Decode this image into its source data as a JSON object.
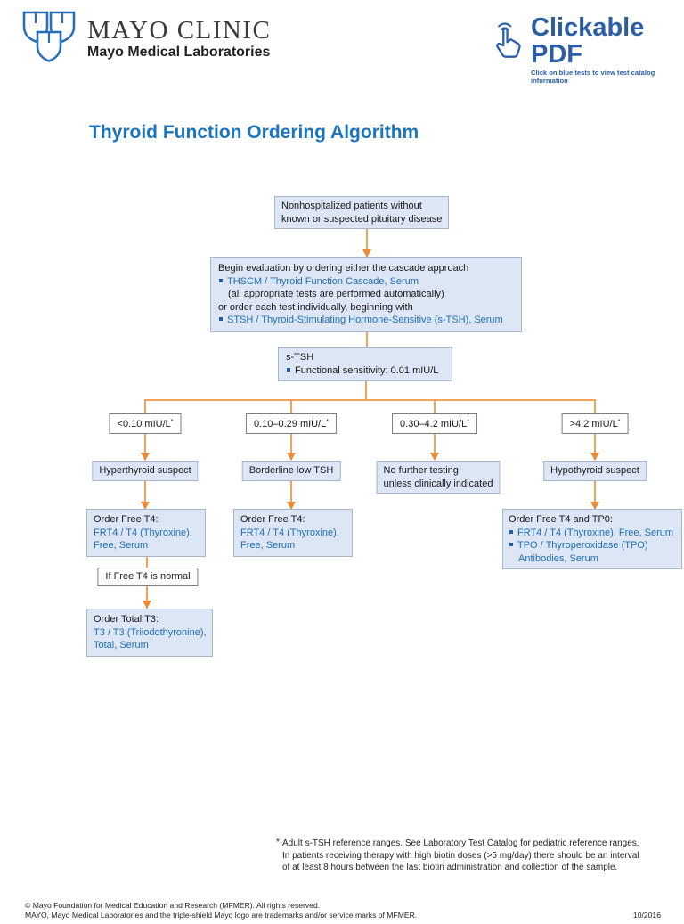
{
  "colors": {
    "accent_blue": "#1C75BC",
    "link_blue": "#1F6FB5",
    "navy_blue": "#2B5EA7",
    "box_fill": "#DCE6F4",
    "line_orange": "#F2A35B",
    "arrow_orange": "#EE8A33"
  },
  "header": {
    "brand": "MAYO CLINIC",
    "brand_sub": "Mayo Medical Laboratories",
    "clickable": {
      "title": "Clickable PDF",
      "subtitle": "Click on blue tests to view test catalog information"
    }
  },
  "title": "Thyroid Function Ordering Algorithm",
  "flow": {
    "asterisk": "*",
    "start_line1": "Nonhospitalized patients without",
    "start_line2": "known or suspected pituitary disease",
    "begin": {
      "line1": "Begin evaluation by ordering either the cascade approach",
      "link1": "THSCM / Thyroid Function Cascade, Serum",
      "line2": "(all appropriate tests are performed automatically)",
      "line3": "or order each test individually, beginning with",
      "link2": "STSH / Thyroid-Stimulating Hormone-Sensitive (s-TSH), Serum"
    },
    "stsh": {
      "title": "s-TSH",
      "bullet": "Functional sensitivity: 0.01 mIU/L"
    },
    "b1": {
      "range": "<0.10 mIU/L",
      "suspect": "Hyperthyroid suspect",
      "order_title": "Order Free T4:",
      "link_line1": "FRT4 / T4 (Thyroxine),",
      "link_line2": "Free, Serum"
    },
    "b2": {
      "range": "0.10–0.29 mIU/L",
      "suspect": "Borderline low TSH",
      "order_title": "Order Free T4:",
      "link_line1": "FRT4 / T4 (Thyroxine),",
      "link_line2": "Free, Serum"
    },
    "b3": {
      "range": "0.30–4.2 mIU/L",
      "suspect_line1": "No further testing",
      "suspect_line2": "unless clinically indicated"
    },
    "b4": {
      "range": ">4.2 mIU/L",
      "suspect": "Hypothyroid suspect",
      "order_title": "Order Free T4 and TP0:",
      "bullet1": "FRT4 / T4 (Thyroxine), Free, Serum",
      "bullet2_line1": "TPO / Thyroperoxidase (TPO)",
      "bullet2_line2": "Antibodies, Serum"
    },
    "if_normal": "If Free T4 is normal",
    "t3": {
      "title": "Order Total T3:",
      "link_line1": "T3 / T3 (Triiodothyronine),",
      "link_line2": "Total, Serum"
    }
  },
  "footnote": {
    "marker": "*",
    "line1": "Adult s-TSH reference ranges. See Laboratory Test Catalog for pediatric reference ranges.",
    "line2": "In patients receiving therapy with high biotin doses (>5 mg/day) there should be an interval",
    "line3": "of at least 8 hours between the last biotin administration and collection of  the sample."
  },
  "footer": {
    "line1": "© Mayo Foundation for Medical Education and Research (MFMER). All rights reserved.",
    "line2": "MAYO, Mayo Medical Laboratories and the triple-shield Mayo logo are trademarks and/or service marks of MFMER.",
    "date": "10/2016"
  }
}
